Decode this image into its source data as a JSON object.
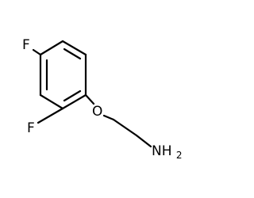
{
  "molecule": {
    "atoms": [
      {
        "id": "F1",
        "label": "F"
      },
      {
        "id": "F2",
        "label": "F"
      },
      {
        "id": "O1",
        "label": "O"
      },
      {
        "id": "N1",
        "label": "NH",
        "subscript": "2"
      }
    ],
    "colors": {
      "bond": "#000000",
      "text": "#000000",
      "background": "#ffffff"
    }
  }
}
